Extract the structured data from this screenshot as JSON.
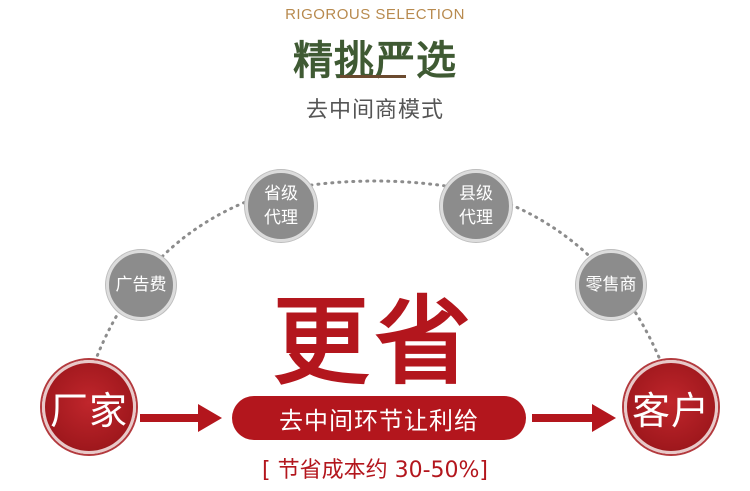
{
  "header": {
    "eyebrow": "RIGOROUS SELECTION",
    "title": "精挑严选",
    "subtitle": "去中间商模式"
  },
  "diagram": {
    "intermediaries": [
      {
        "line1": "广告费",
        "line2": ""
      },
      {
        "line1": "省级",
        "line2": "代理"
      },
      {
        "line1": "县级",
        "line2": "代理"
      },
      {
        "line1": "零售商",
        "line2": ""
      }
    ],
    "source_label": "厂家",
    "target_label": "客户",
    "highlight_word": "更省",
    "flow_label": "去中间环节让利给",
    "savings_note": "[ 节省成本约 30-50%]"
  },
  "colors": {
    "accent_red": "#b3161d",
    "title_green": "#3f5a33",
    "eyebrow_gold": "#b88a4e",
    "node_grey": "#8c8c8c"
  }
}
